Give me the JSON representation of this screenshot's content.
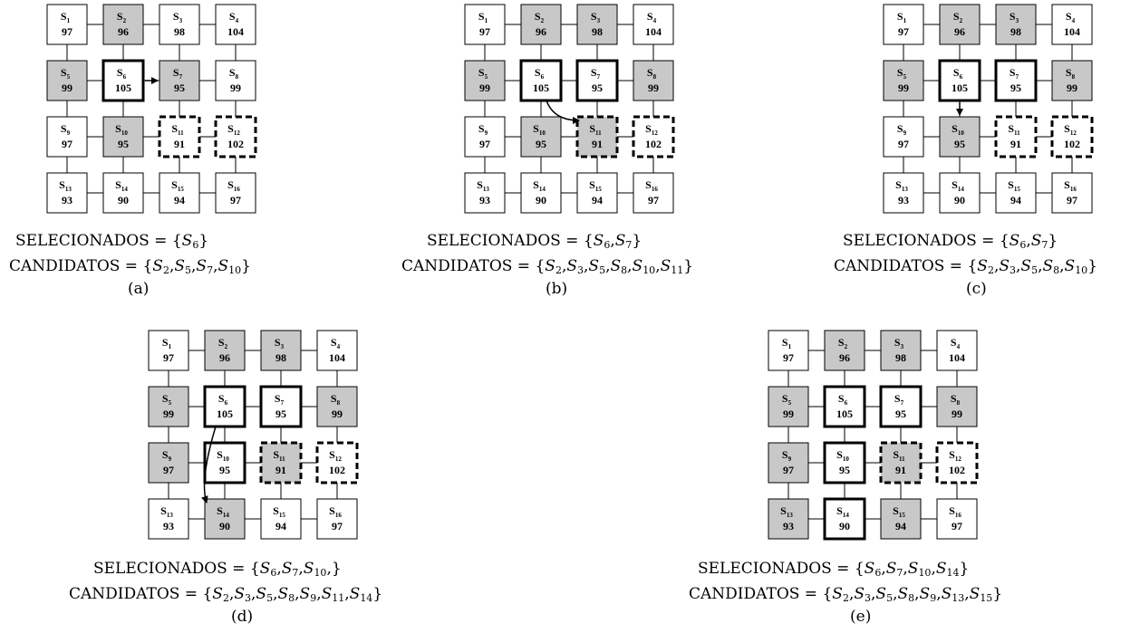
{
  "panels": [
    {
      "label": "(a)",
      "cells": [
        {
          "id": "1",
          "value": "97",
          "fill": "white",
          "border": "normal"
        },
        {
          "id": "2",
          "value": "96",
          "fill": "gray",
          "border": "normal"
        },
        {
          "id": "3",
          "value": "98",
          "fill": "white",
          "border": "normal"
        },
        {
          "id": "4",
          "value": "104",
          "fill": "white",
          "border": "normal"
        },
        {
          "id": "5",
          "value": "99",
          "fill": "gray",
          "border": "normal"
        },
        {
          "id": "6",
          "value": "105",
          "fill": "white",
          "border": "bold"
        },
        {
          "id": "7",
          "value": "95",
          "fill": "gray",
          "border": "normal"
        },
        {
          "id": "8",
          "value": "99",
          "fill": "white",
          "border": "normal"
        },
        {
          "id": "9",
          "value": "97",
          "fill": "white",
          "border": "normal"
        },
        {
          "id": "10",
          "value": "95",
          "fill": "gray",
          "border": "normal"
        },
        {
          "id": "11",
          "value": "91",
          "fill": "white",
          "border": "dashed"
        },
        {
          "id": "12",
          "value": "102",
          "fill": "white",
          "border": "dashed"
        },
        {
          "id": "13",
          "value": "93",
          "fill": "white",
          "border": "normal"
        },
        {
          "id": "14",
          "value": "90",
          "fill": "white",
          "border": "normal"
        },
        {
          "id": "15",
          "value": "94",
          "fill": "white",
          "border": "normal"
        },
        {
          "id": "16",
          "value": "97",
          "fill": "white",
          "border": "normal"
        }
      ],
      "arrow": {
        "from": "6",
        "to": "7",
        "style": "straight"
      },
      "selected_label": "SELECIONADOS",
      "selected": [
        "6"
      ],
      "selected_trailing_comma": false,
      "candidates_label": "CANDIDATOS",
      "candidates": [
        "2",
        "5",
        "7",
        "10"
      ]
    },
    {
      "label": "(b)",
      "cells": [
        {
          "id": "1",
          "value": "97",
          "fill": "white",
          "border": "normal"
        },
        {
          "id": "2",
          "value": "96",
          "fill": "gray",
          "border": "normal"
        },
        {
          "id": "3",
          "value": "98",
          "fill": "gray",
          "border": "normal"
        },
        {
          "id": "4",
          "value": "104",
          "fill": "white",
          "border": "normal"
        },
        {
          "id": "5",
          "value": "99",
          "fill": "gray",
          "border": "normal"
        },
        {
          "id": "6",
          "value": "105",
          "fill": "white",
          "border": "bold"
        },
        {
          "id": "7",
          "value": "95",
          "fill": "white",
          "border": "bold"
        },
        {
          "id": "8",
          "value": "99",
          "fill": "gray",
          "border": "normal"
        },
        {
          "id": "9",
          "value": "97",
          "fill": "white",
          "border": "normal"
        },
        {
          "id": "10",
          "value": "95",
          "fill": "gray",
          "border": "normal"
        },
        {
          "id": "11",
          "value": "91",
          "fill": "gray",
          "border": "dashed"
        },
        {
          "id": "12",
          "value": "102",
          "fill": "white",
          "border": "dashed"
        },
        {
          "id": "13",
          "value": "93",
          "fill": "white",
          "border": "normal"
        },
        {
          "id": "14",
          "value": "90",
          "fill": "white",
          "border": "normal"
        },
        {
          "id": "15",
          "value": "94",
          "fill": "white",
          "border": "normal"
        },
        {
          "id": "16",
          "value": "97",
          "fill": "white",
          "border": "normal"
        }
      ],
      "arrow": {
        "from": "6",
        "to": "11",
        "style": "curve"
      },
      "selected_label": "SELECIONADOS",
      "selected": [
        "6",
        "7"
      ],
      "selected_trailing_comma": false,
      "candidates_label": "CANDIDATOS",
      "candidates": [
        "2",
        "3",
        "5",
        "8",
        "10",
        "11"
      ]
    },
    {
      "label": "(c)",
      "cells": [
        {
          "id": "1",
          "value": "97",
          "fill": "white",
          "border": "normal"
        },
        {
          "id": "2",
          "value": "96",
          "fill": "gray",
          "border": "normal"
        },
        {
          "id": "3",
          "value": "98",
          "fill": "gray",
          "border": "normal"
        },
        {
          "id": "4",
          "value": "104",
          "fill": "white",
          "border": "normal"
        },
        {
          "id": "5",
          "value": "99",
          "fill": "gray",
          "border": "normal"
        },
        {
          "id": "6",
          "value": "105",
          "fill": "white",
          "border": "bold"
        },
        {
          "id": "7",
          "value": "95",
          "fill": "white",
          "border": "bold"
        },
        {
          "id": "8",
          "value": "99",
          "fill": "gray",
          "border": "normal"
        },
        {
          "id": "9",
          "value": "97",
          "fill": "white",
          "border": "normal"
        },
        {
          "id": "10",
          "value": "95",
          "fill": "gray",
          "border": "normal"
        },
        {
          "id": "11",
          "value": "91",
          "fill": "white",
          "border": "dashed"
        },
        {
          "id": "12",
          "value": "102",
          "fill": "white",
          "border": "dashed"
        },
        {
          "id": "13",
          "value": "93",
          "fill": "white",
          "border": "normal"
        },
        {
          "id": "14",
          "value": "90",
          "fill": "white",
          "border": "normal"
        },
        {
          "id": "15",
          "value": "94",
          "fill": "white",
          "border": "normal"
        },
        {
          "id": "16",
          "value": "97",
          "fill": "white",
          "border": "normal"
        }
      ],
      "arrow": {
        "from": "6",
        "to": "10",
        "style": "straight"
      },
      "selected_label": "SELECIONADOS",
      "selected": [
        "6",
        "7"
      ],
      "selected_trailing_comma": false,
      "candidates_label": "CANDIDATOS",
      "candidates": [
        "2",
        "3",
        "5",
        "8",
        "10"
      ]
    },
    {
      "label": "(d)",
      "cells": [
        {
          "id": "1",
          "value": "97",
          "fill": "white",
          "border": "normal"
        },
        {
          "id": "2",
          "value": "96",
          "fill": "gray",
          "border": "normal"
        },
        {
          "id": "3",
          "value": "98",
          "fill": "gray",
          "border": "normal"
        },
        {
          "id": "4",
          "value": "104",
          "fill": "white",
          "border": "normal"
        },
        {
          "id": "5",
          "value": "99",
          "fill": "gray",
          "border": "normal"
        },
        {
          "id": "6",
          "value": "105",
          "fill": "white",
          "border": "bold"
        },
        {
          "id": "7",
          "value": "95",
          "fill": "white",
          "border": "bold"
        },
        {
          "id": "8",
          "value": "99",
          "fill": "gray",
          "border": "normal"
        },
        {
          "id": "9",
          "value": "97",
          "fill": "gray",
          "border": "normal"
        },
        {
          "id": "10",
          "value": "95",
          "fill": "white",
          "border": "bold"
        },
        {
          "id": "11",
          "value": "91",
          "fill": "gray",
          "border": "dashed"
        },
        {
          "id": "12",
          "value": "102",
          "fill": "white",
          "border": "dashed"
        },
        {
          "id": "13",
          "value": "93",
          "fill": "white",
          "border": "normal"
        },
        {
          "id": "14",
          "value": "90",
          "fill": "gray",
          "border": "normal"
        },
        {
          "id": "15",
          "value": "94",
          "fill": "white",
          "border": "normal"
        },
        {
          "id": "16",
          "value": "97",
          "fill": "white",
          "border": "normal"
        }
      ],
      "arrow": {
        "from": "6",
        "to": "14",
        "style": "longcurve"
      },
      "selected_label": "SELECIONADOS",
      "selected": [
        "6",
        "7",
        "10"
      ],
      "selected_trailing_comma": true,
      "candidates_label": "CANDIDATOS",
      "candidates": [
        "2",
        "3",
        "5",
        "8",
        "9",
        "11",
        "14"
      ]
    },
    {
      "label": "(e)",
      "cells": [
        {
          "id": "1",
          "value": "97",
          "fill": "white",
          "border": "normal"
        },
        {
          "id": "2",
          "value": "96",
          "fill": "gray",
          "border": "normal"
        },
        {
          "id": "3",
          "value": "98",
          "fill": "gray",
          "border": "normal"
        },
        {
          "id": "4",
          "value": "104",
          "fill": "white",
          "border": "normal"
        },
        {
          "id": "5",
          "value": "99",
          "fill": "gray",
          "border": "normal"
        },
        {
          "id": "6",
          "value": "105",
          "fill": "white",
          "border": "bold"
        },
        {
          "id": "7",
          "value": "95",
          "fill": "white",
          "border": "bold"
        },
        {
          "id": "8",
          "value": "99",
          "fill": "gray",
          "border": "normal"
        },
        {
          "id": "9",
          "value": "97",
          "fill": "gray",
          "border": "normal"
        },
        {
          "id": "10",
          "value": "95",
          "fill": "white",
          "border": "bold"
        },
        {
          "id": "11",
          "value": "91",
          "fill": "gray",
          "border": "dashed"
        },
        {
          "id": "12",
          "value": "102",
          "fill": "white",
          "border": "dashed"
        },
        {
          "id": "13",
          "value": "93",
          "fill": "gray",
          "border": "normal"
        },
        {
          "id": "14",
          "value": "90",
          "fill": "white",
          "border": "bold"
        },
        {
          "id": "15",
          "value": "94",
          "fill": "gray",
          "border": "normal"
        },
        {
          "id": "16",
          "value": "97",
          "fill": "white",
          "border": "normal"
        }
      ],
      "arrow": null,
      "selected_label": "SELECIONADOS",
      "selected": [
        "6",
        "7",
        "10",
        "14"
      ],
      "selected_trailing_comma": false,
      "candidates_label": "CANDIDATOS",
      "candidates": [
        "2",
        "3",
        "5",
        "8",
        "9",
        "13",
        "15"
      ]
    }
  ],
  "colors": {
    "gray": "#c8c8c8",
    "white": "#ffffff",
    "stroke": "#000000"
  }
}
